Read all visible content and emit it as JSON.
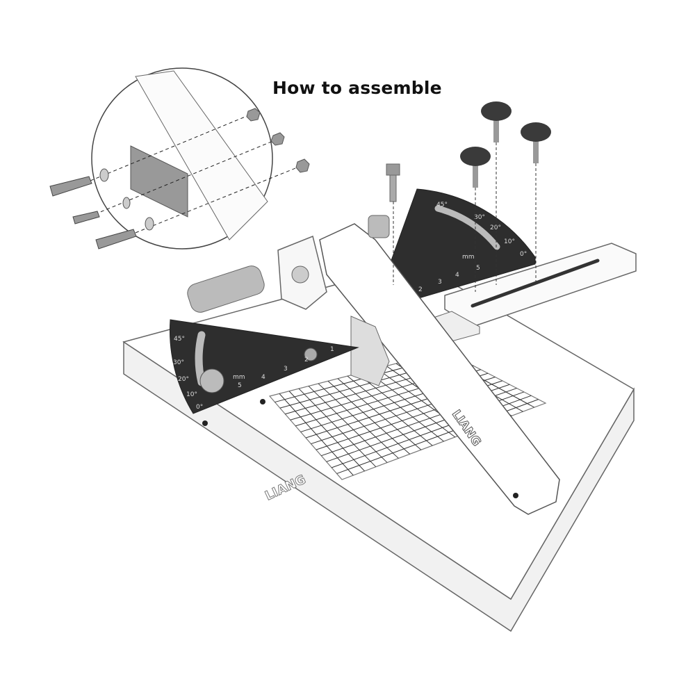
{
  "title": "How to assemble",
  "brand": "LIANG",
  "colors": {
    "protractor": "#2e2e2e",
    "board": "#ffffff",
    "outline": "#555555",
    "metal": "#a9a9a9"
  },
  "left_protractor": {
    "angles": [
      "45°",
      "30°",
      "20°",
      "10°",
      "0°"
    ],
    "unit": "mm",
    "ruler": [
      "1",
      "2",
      "3",
      "4",
      "5"
    ]
  },
  "right_protractor": {
    "angles": [
      "45°",
      "30°",
      "20°",
      "10°",
      "0°"
    ],
    "unit": "mm",
    "ruler": [
      "2",
      "3",
      "4",
      "5"
    ]
  },
  "icons": [
    "screw-icon",
    "nut-icon",
    "washer-icon",
    "thumb-screw-icon"
  ]
}
